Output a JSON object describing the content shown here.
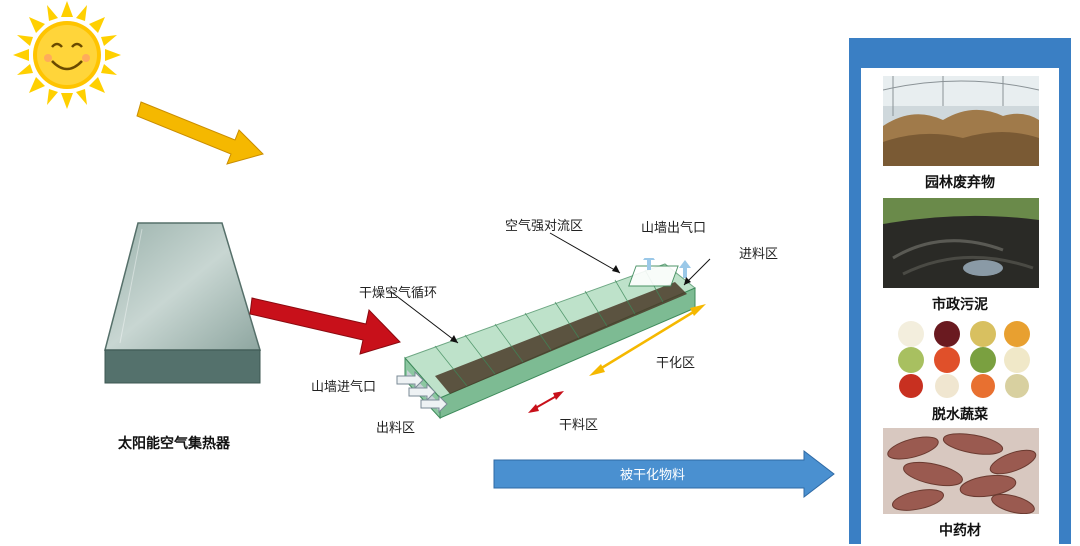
{
  "labels": {
    "collector": "太阳能空气集热器",
    "convection_zone": "空气强对流区",
    "gable_outlet": "山墙出气口",
    "feed_zone": "进料区",
    "dry_air_cycle": "干燥空气循环",
    "gable_inlet": "山墙进气口",
    "discharge_zone": "出料区",
    "drying_zone": "干化区",
    "dry_material_zone": "干料区",
    "material_flow": "被干化物料"
  },
  "materials": [
    {
      "label": "园林废弃物",
      "icon": "garden-waste-photo"
    },
    {
      "label": "市政污泥",
      "icon": "municipal-sludge-photo"
    },
    {
      "label": "脱水蔬菜",
      "icon": "dehydrated-vegetables-photo"
    },
    {
      "label": "中药材",
      "icon": "herbal-medicine-photo"
    }
  ],
  "colors": {
    "panel": "#3a7fc4",
    "sun": "#ffc400",
    "arrow_sun": "#f5b800",
    "arrow_hot": "#c8101a",
    "arrow_flow": "#4a90d0",
    "greenhouse": "#6fbf8e"
  }
}
